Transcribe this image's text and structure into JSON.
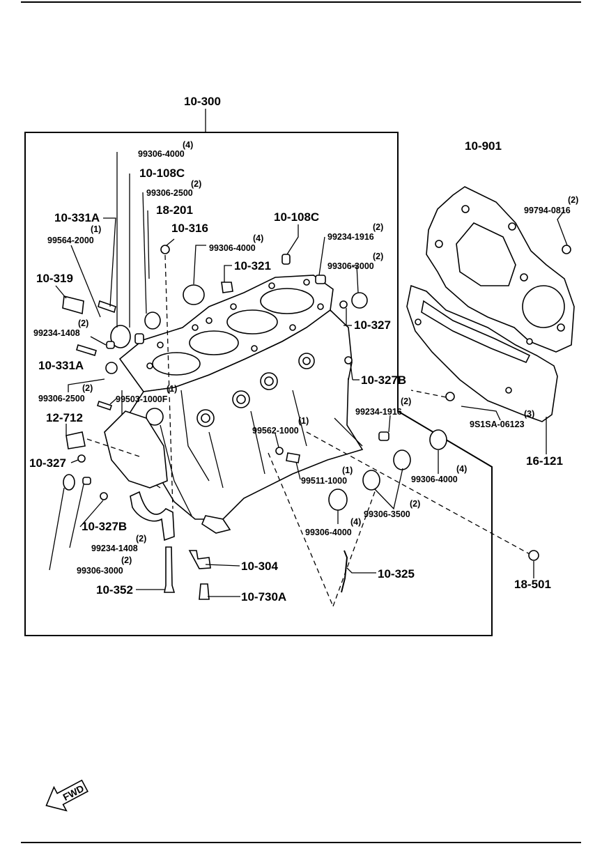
{
  "labels": {
    "l10_300": "10-300",
    "l10_901": "10-901",
    "l99306_4000_a": "99306-4000",
    "q99306_4000_a": "(4)",
    "l10_108c_a": "10-108C",
    "l99306_2500_a": "99306-2500",
    "q99306_2500_a": "(2)",
    "l18_201": "18-201",
    "l10_331a_a": "10-331A",
    "q99564_2000": "(1)",
    "l99564_2000": "99564-2000",
    "l10_316": "10-316",
    "l99306_4000_b": "99306-4000",
    "q99306_4000_b": "(4)",
    "l10_108c_b": "10-108C",
    "l99234_1916_a": "99234-1916",
    "q99234_1916_a": "(2)",
    "l99306_3000_a": "99306-3000",
    "q99306_3000_a": "(2)",
    "l10_321": "10-321",
    "l10_319": "10-319",
    "q99234_1408_a": "(2)",
    "l99234_1408_a": "99234-1408",
    "l10_327_a": "10-327",
    "l10_331a_b": "10-331A",
    "q99306_2500_b": "(2)",
    "l99306_2500_b": "99306-2500",
    "q99503_1000f": "(1)",
    "l99503_1000f": "99503-1000F",
    "l10_327b_a": "10-327B",
    "l99794_0816": "99794-0816",
    "q99794_0816": "(2)",
    "l12_712": "12-712",
    "q99562_1000": "(1)",
    "l99562_1000": "99562-1000",
    "l99234_1916_b": "99234-1916",
    "q99234_1916_b": "(2)",
    "l9s1sa_06123": "9S1SA-06123",
    "q9s1sa_06123": "(3)",
    "l16_121": "16-121",
    "l10_327_b": "10-327",
    "q99511_1000": "(1)",
    "l99511_1000": "99511-1000",
    "l99306_4000_c": "99306-4000",
    "q99306_4000_c": "(4)",
    "l10_327b_b": "10-327B",
    "l99306_3500": "99306-3500",
    "q99306_3500": "(2)",
    "l99306_4000_d": "99306-4000",
    "q99306_4000_d": "(4)",
    "q99234_1408_b": "(2)",
    "l99234_1408_b": "99234-1408",
    "q99306_3000_b": "(2)",
    "l99306_3000_b": "99306-3000",
    "l18_501": "18-501",
    "l10_304": "10-304",
    "l10_325": "10-325",
    "l10_352": "10-352",
    "l10_730a": "10-730A",
    "fwd": "FWD"
  }
}
